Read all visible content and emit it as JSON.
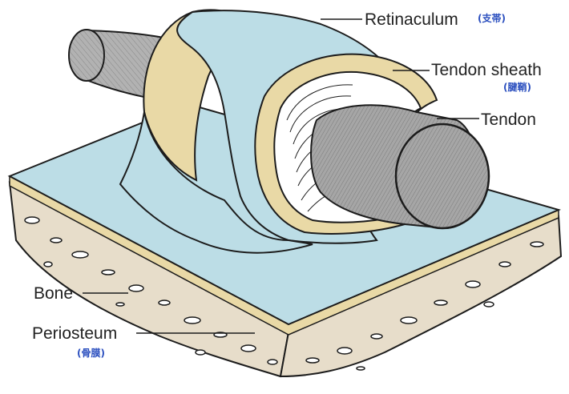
{
  "labels": {
    "retinaculum": {
      "text": "Retinaculum",
      "sub": "(支帯)"
    },
    "tendon_sheath": {
      "text": "Tendon sheath",
      "sub": "(腱鞘)"
    },
    "tendon": {
      "text": "Tendon"
    },
    "bone": {
      "text": "Bone"
    },
    "periosteum": {
      "text": "Periosteum",
      "sub": "(骨膜)"
    }
  },
  "colors": {
    "background": "#ffffff",
    "blue_surface": "#bcdde6",
    "tan": "#e9d9a6",
    "bone": "#e7ddca",
    "tendon_gray": "#a3a3a3",
    "outline": "#1c1c1c",
    "subtitle": "#2b4fbf"
  }
}
